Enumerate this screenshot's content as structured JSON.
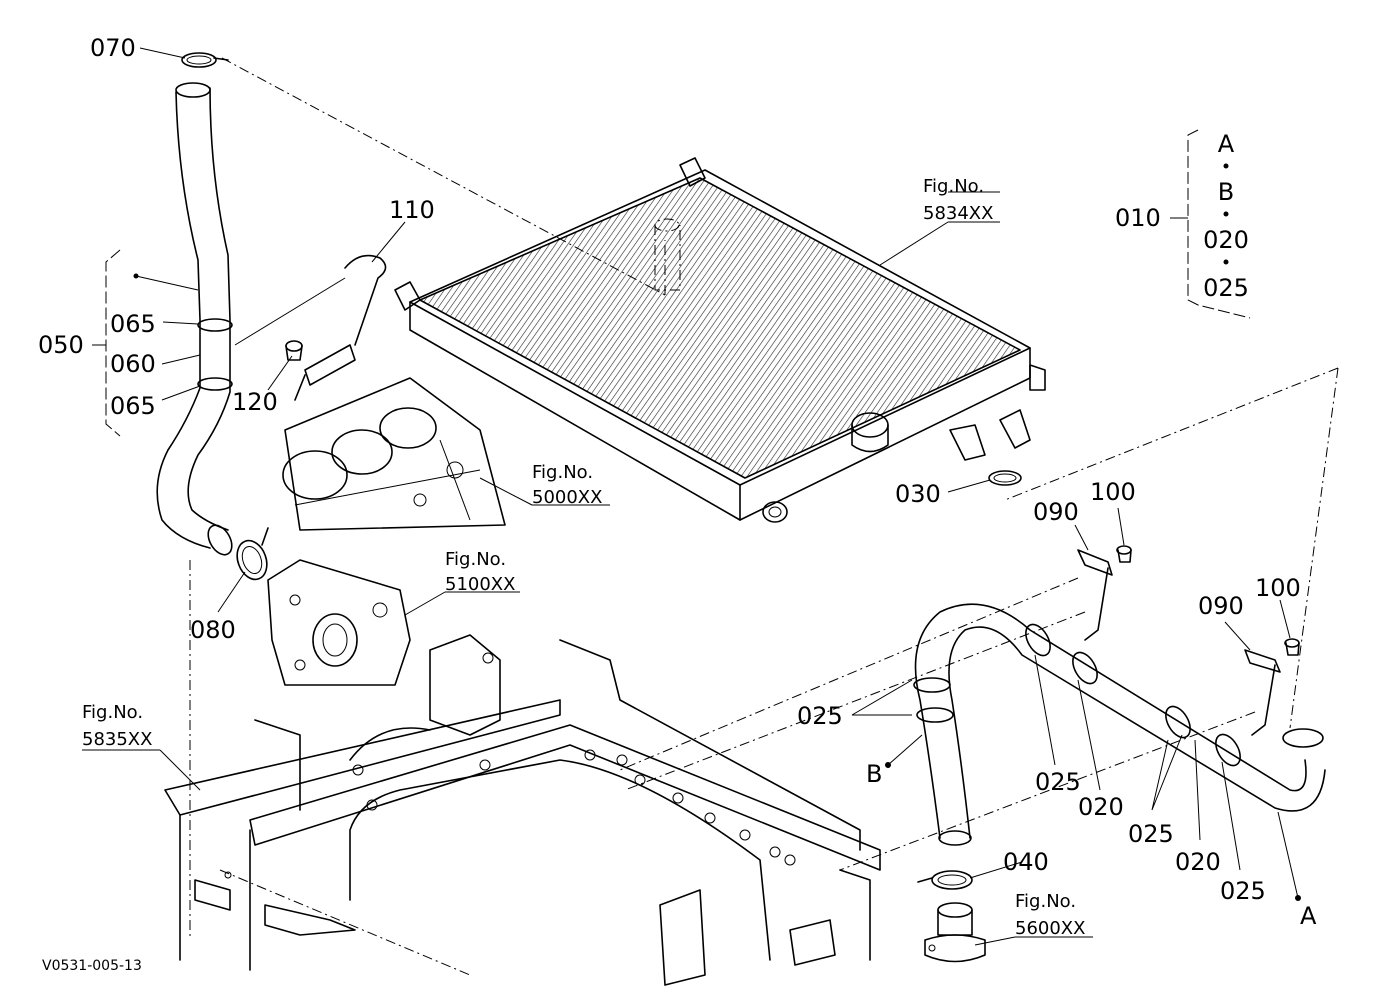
{
  "part_labels": {
    "p070": "070",
    "p110": "110",
    "p065a": "065",
    "p050": "050",
    "p060": "060",
    "p065b": "065",
    "p120": "120",
    "p080": "080",
    "p030": "030",
    "p090a": "090",
    "p100a": "100",
    "p090b": "090",
    "p100b": "100",
    "p025a": "025",
    "p025b": "025",
    "p020a": "020",
    "p025c": "025",
    "p020b": "020",
    "p025d": "025",
    "p040": "040",
    "p010": "010"
  },
  "figure_refs": {
    "f5834": {
      "line1": "Fig.No.",
      "line2": "5834XX"
    },
    "f5000": {
      "line1": "Fig.No.",
      "line2": "5000XX"
    },
    "f5100": {
      "line1": "Fig.No.",
      "line2": "5100XX"
    },
    "f5835": {
      "line1": "Fig.No.",
      "line2": "5835XX"
    },
    "f5600": {
      "line1": "Fig.No.",
      "line2": "5600XX"
    }
  },
  "kit_010": [
    "A",
    "B",
    "020",
    "025"
  ],
  "markers": {
    "A": "A",
    "B": "B"
  },
  "drawing_code": "V0531-005-13"
}
